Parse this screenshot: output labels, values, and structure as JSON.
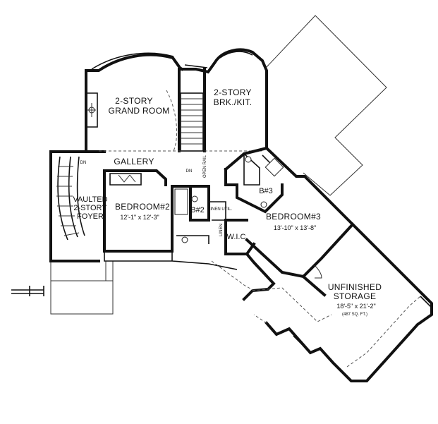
{
  "rooms": {
    "grand_room_line1": "2-STORY",
    "grand_room_line2": "GRAND ROOM",
    "brk_kit_line1": "2-STORY",
    "brk_kit_line2": "BRK./KIT.",
    "gallery": "GALLERY",
    "foyer_line1": "VAULTED",
    "foyer_line2": "2-STORY",
    "foyer_line3": "FOYER",
    "bedroom2": "BEDROOM#2",
    "bedroom2_dims": "12'-1\" x 12'-3\"",
    "bath2": "B#2",
    "bath3": "B#3",
    "wic": "W.I.C",
    "bedroom3": "BEDROOM#3",
    "bedroom3_dims": "13'-10\" x 13'-8\"",
    "storage_line1": "UNFINISHED",
    "storage_line2": "STORAGE",
    "storage_dims": "18'-5\" x 21'-2\"",
    "storage_area": "(487 SQ. FT.)"
  },
  "annotations": {
    "dn_stair_main": "DN",
    "dn_stair_foyer": "DN",
    "open_rail": "OPEN RAIL",
    "linen_util": "LINEN UTIL.",
    "linen": "LINEN"
  }
}
